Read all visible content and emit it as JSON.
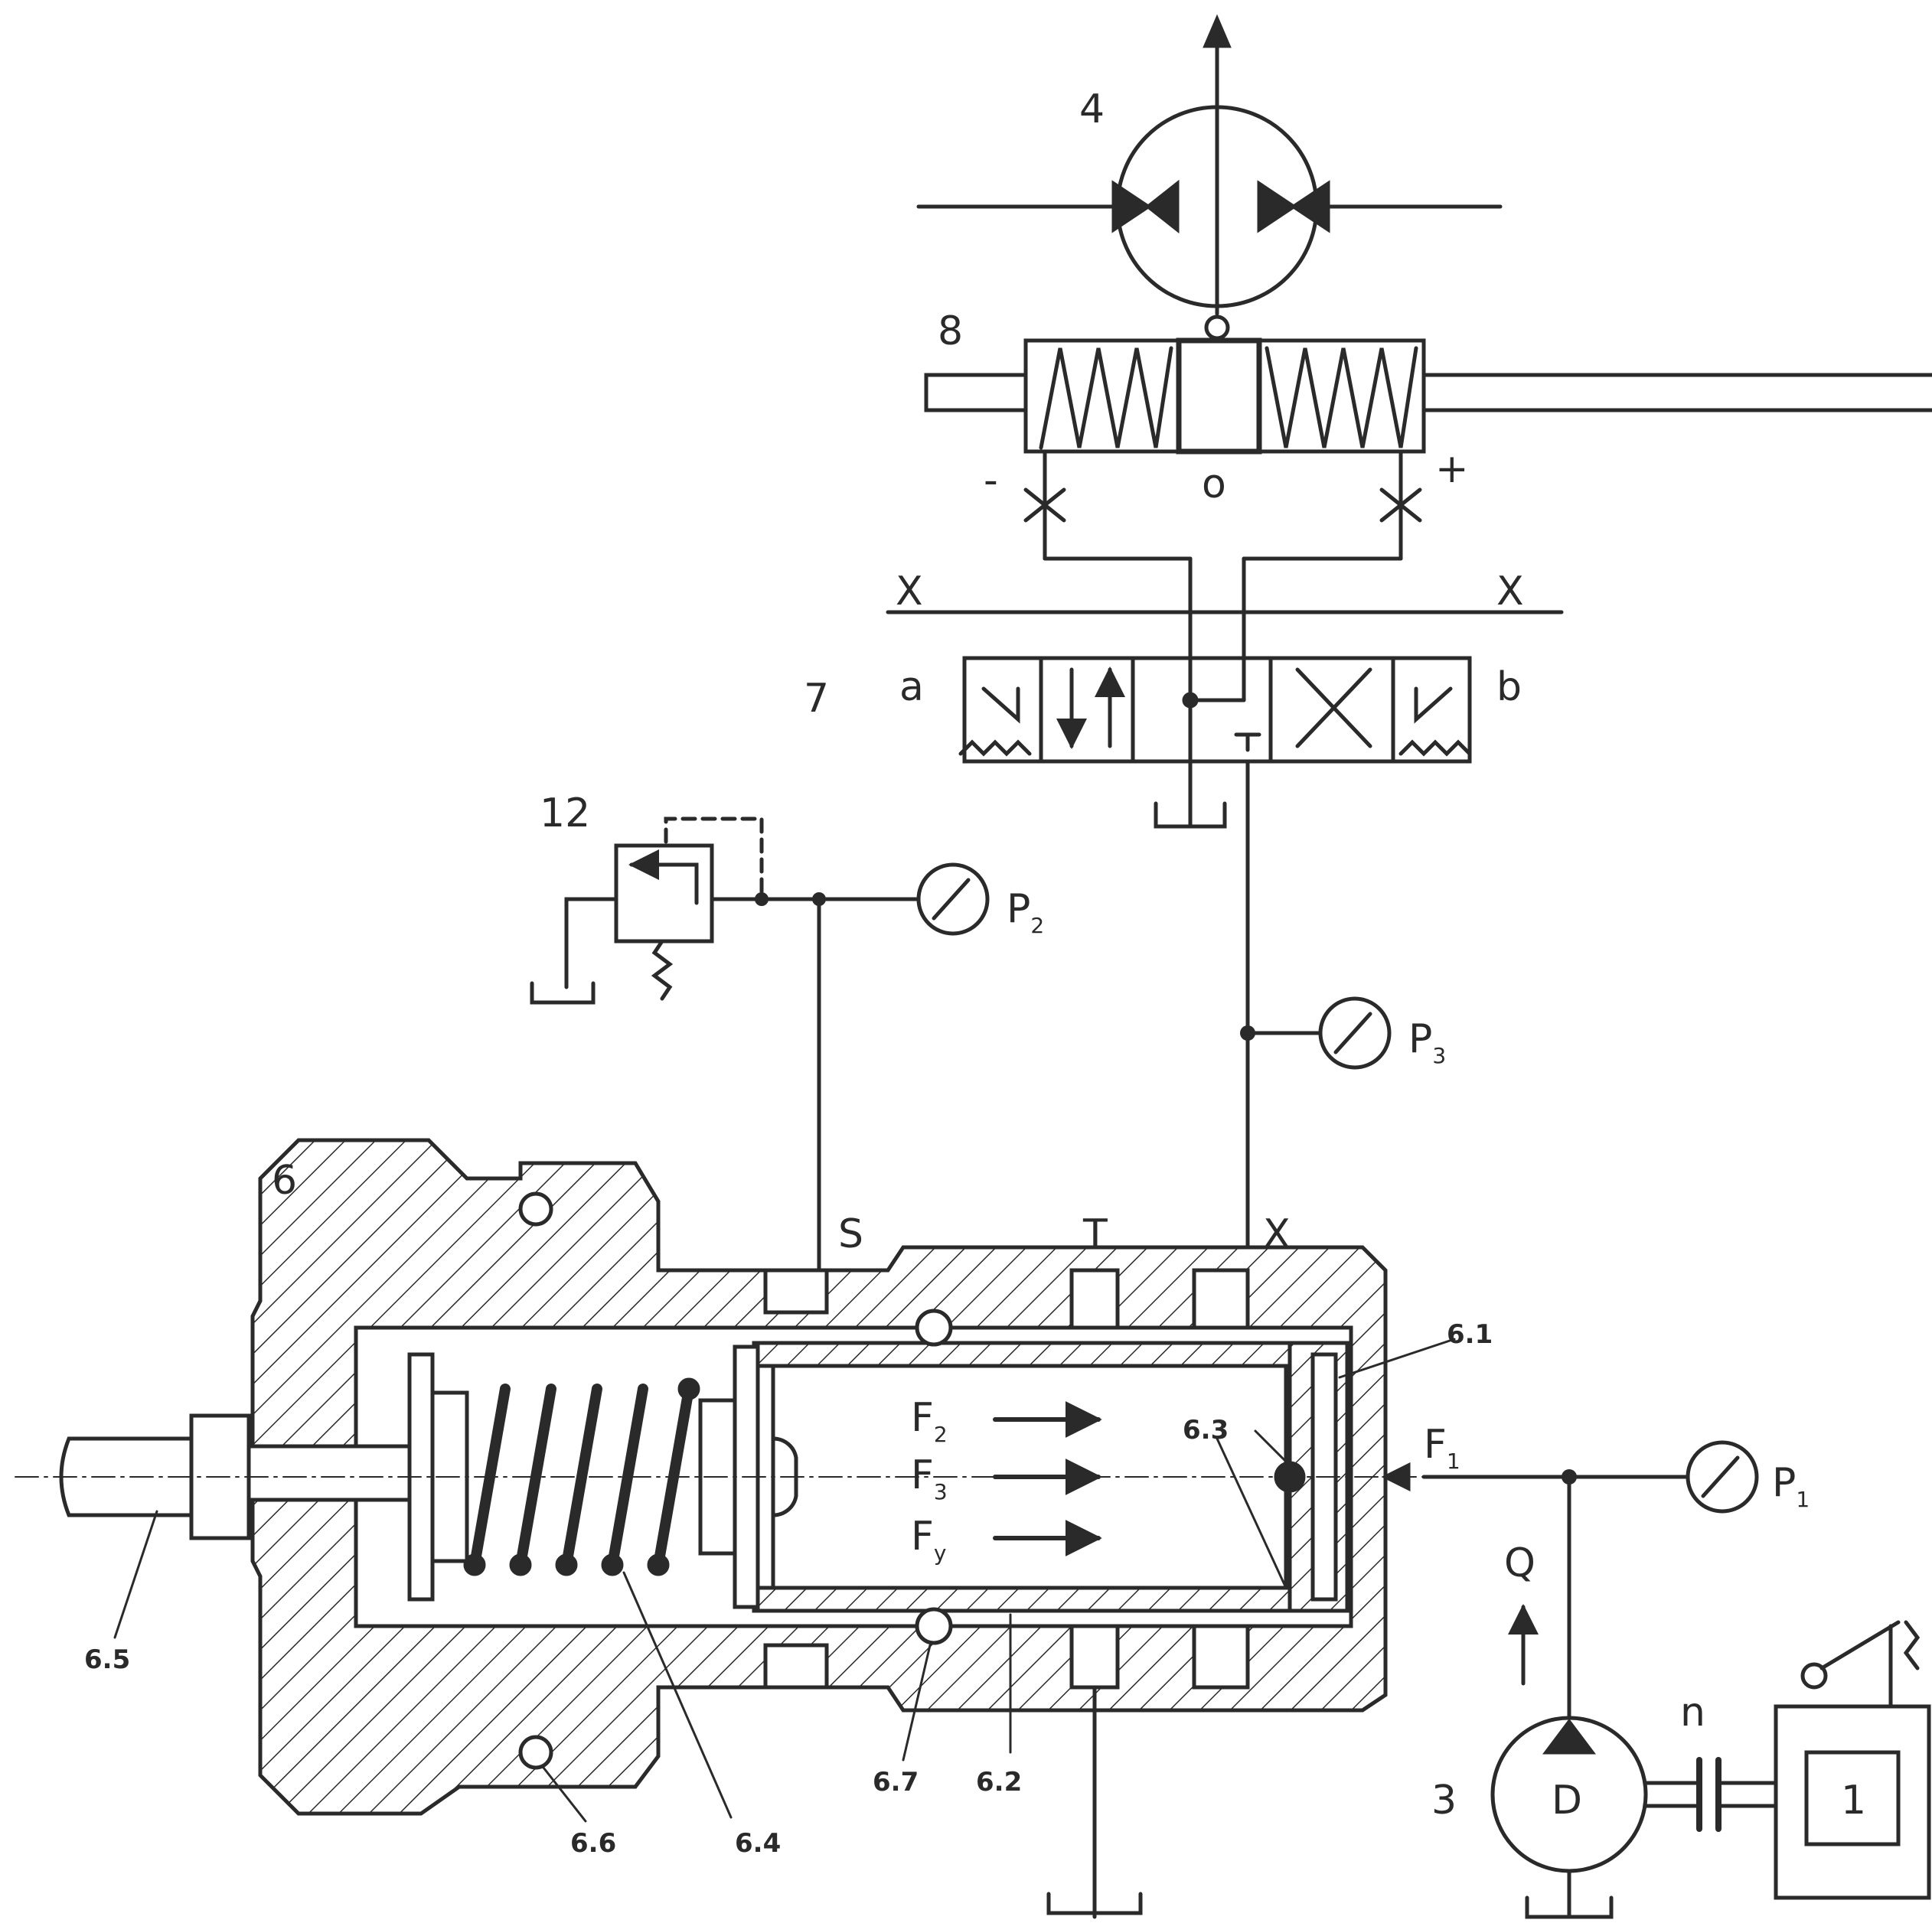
{
  "labels": {
    "pump_motor": "4",
    "valve_8": "8",
    "valve_7": "7",
    "relief_valve_12": "12",
    "cylinder_6": "6",
    "pump_3": "3",
    "drive_1": "1",
    "pump_D": "D",
    "minus": "-",
    "plus": "+",
    "zero": "o",
    "x_left": "X",
    "x_right": "X",
    "pos_a": "a",
    "pos_b": "b",
    "port_S": "S",
    "port_T": "T",
    "port_X": "X",
    "F2": "F",
    "F2_sub": "2",
    "F3": "F",
    "F3_sub": "3",
    "Fy": "F",
    "Fy_sub": "y",
    "F1": "F",
    "F1_sub": "1",
    "Q": "Q",
    "n": "n",
    "P1": "P",
    "P1_sub": "1",
    "P2": "P",
    "P2_sub": "2",
    "P3": "P",
    "P3_sub": "3",
    "part_6_1": "6.1",
    "part_6_2": "6.2",
    "part_6_3": "6.3",
    "part_6_4": "6.4",
    "part_6_5": "6.5",
    "part_6_6": "6.6",
    "part_6_7": "6.7"
  }
}
